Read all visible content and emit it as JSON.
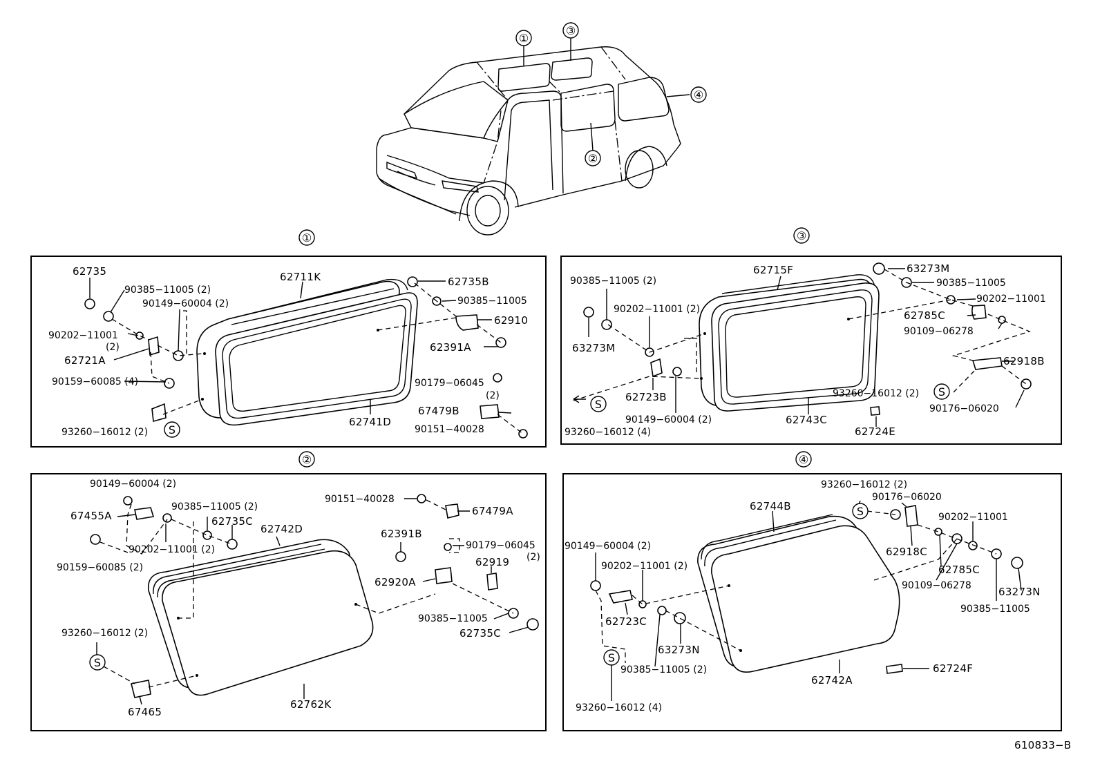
{
  "views": [
    "①",
    "②",
    "③",
    "④"
  ],
  "s_mark": "S",
  "ref_code": "610833−B",
  "panel1": {
    "title": "①",
    "labels": [
      "62735",
      "90385−11005 (2)",
      "90149−60004 (2)",
      "62711K",
      "62735B",
      "90385−11005",
      "90202−11001",
      "(2)",
      "62910",
      "62721A",
      "62391A",
      "90159−60085 (4)",
      "90179−06045",
      "(2)",
      "67479B",
      "93260−16012 (2)",
      "62741D",
      "90151−40028"
    ]
  },
  "panel2": {
    "title": "②",
    "labels": [
      "90149−60004 (2)",
      "67455A",
      "90385−11005 (2)",
      "62735C",
      "62742D",
      "90151−40028",
      "67479A",
      "62391B",
      "90179−06045",
      "(2)",
      "62919",
      "90202−11001 (2)",
      "90159−60085 (2)",
      "62920A",
      "90385−11005",
      "62735C",
      "93260−16012 (2)",
      "67465",
      "62762K"
    ]
  },
  "panel3": {
    "title": "③",
    "labels": [
      "62715F",
      "63273M",
      "90385−11005 (2)",
      "90385−11005",
      "90202−11001 (2)",
      "90202−11001",
      "62785C",
      "63273M",
      "90109−06278",
      "62918B",
      "62723B",
      "93260−16012 (2)",
      "90149−60004 (2)",
      "62743C",
      "90176−06020",
      "93260−16012 (4)",
      "62724E"
    ]
  },
  "panel4": {
    "title": "④",
    "labels": [
      "93260−16012 (2)",
      "90176−06020",
      "62744B",
      "90202−11001",
      "90149−60004 (2)",
      "90202−11001 (2)",
      "62918C",
      "62785C",
      "90109−06278",
      "63273N",
      "62723C",
      "90385−11005",
      "63273N",
      "90385−11005 (2)",
      "62742A",
      "62724F",
      "93260−16012 (4)"
    ]
  }
}
